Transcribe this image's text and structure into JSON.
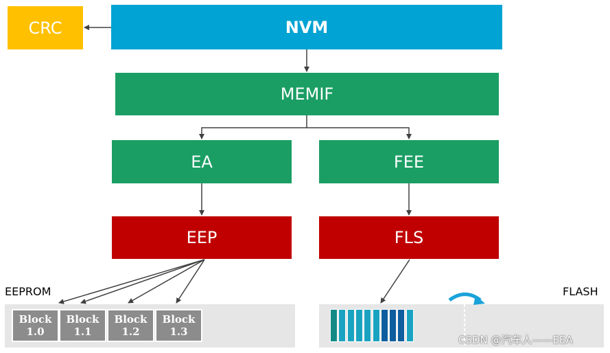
{
  "modules": {
    "crc": "CRC",
    "nvm": "NVM",
    "memif": "MEMIF",
    "ea": "EA",
    "fee": "FEE",
    "eep": "EEP",
    "fls": "FLS"
  },
  "memories": {
    "eeprom": "EEPROM",
    "flash": "FLASH"
  },
  "eeprom_blocks": [
    {
      "line1": "Block",
      "line2": "1.0"
    },
    {
      "line1": "Block",
      "line2": "1.1"
    },
    {
      "line1": "Block",
      "line2": "1.2"
    },
    {
      "line1": "Block",
      "line2": "1.3"
    }
  ],
  "flash_cells": [
    "#138A86",
    "#1AA3C0",
    "#1AA3C0",
    "#1AA3C0",
    "#1AA3C0",
    "#1AA3C0",
    "#0E5D9E",
    "#0E5D9E",
    "#0E5D9E",
    "#1AA3C0"
  ],
  "colors": {
    "crc": "#FFC000",
    "nvm": "#00A3D3",
    "memif": "#1B9E64",
    "drivers": "#C00000",
    "rotate_arrow": "#1AA3D9"
  },
  "watermark": "CSDN @汽车人——EEA"
}
